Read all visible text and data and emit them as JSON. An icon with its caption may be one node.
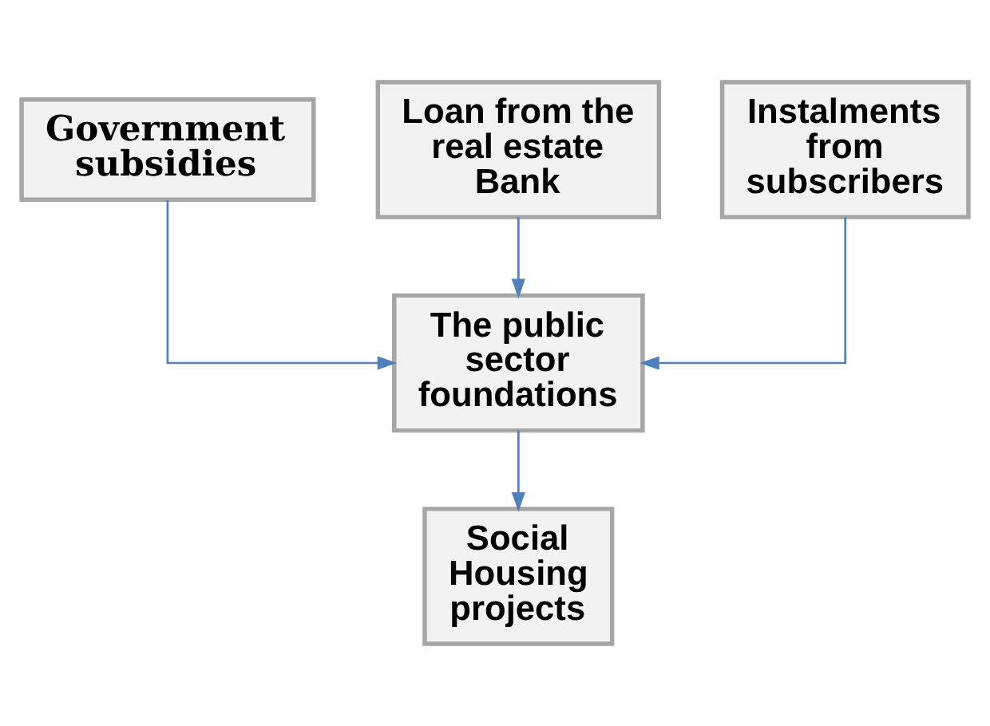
{
  "diagram": {
    "nodes": [
      {
        "text": [
          "Government subsidies"
        ]
      },
      {
        "text": [
          "Loan from the real estate Bank"
        ]
      },
      {
        "text": [
          "Instalments from subscribers"
        ]
      },
      {
        "text": [
          "The public sector foundations"
        ]
      },
      {
        "text": [
          "Social Housing projects"
        ]
      }
    ],
    "edges": [
      {
        "from": 0,
        "to": 3,
        "arrow": "to"
      },
      {
        "from": 1,
        "to": 3,
        "arrow": "to"
      },
      {
        "from": 2,
        "to": 3,
        "arrow": "to"
      },
      {
        "from": 3,
        "to": 4,
        "arrow": "to"
      }
    ]
  }
}
